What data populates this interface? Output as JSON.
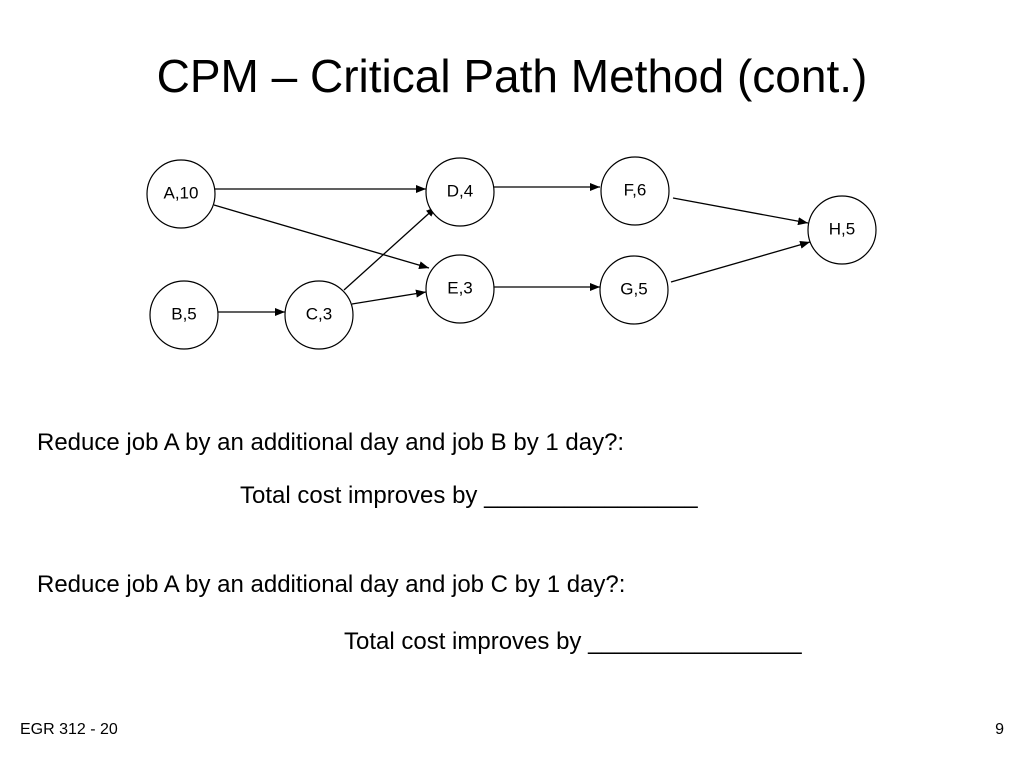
{
  "slide": {
    "title": "CPM – Critical Path Method (cont.)",
    "footer_left": "EGR 312 - 20",
    "page_number": "9"
  },
  "network": {
    "nodes": [
      {
        "id": "A",
        "label": "A,10"
      },
      {
        "id": "B",
        "label": "B,5"
      },
      {
        "id": "C",
        "label": "C,3"
      },
      {
        "id": "D",
        "label": "D,4"
      },
      {
        "id": "E",
        "label": "E,3"
      },
      {
        "id": "F",
        "label": "F,6"
      },
      {
        "id": "G",
        "label": "G,5"
      },
      {
        "id": "H",
        "label": "H,5"
      }
    ],
    "edges": [
      {
        "from": "A",
        "to": "D"
      },
      {
        "from": "A",
        "to": "E"
      },
      {
        "from": "B",
        "to": "C"
      },
      {
        "from": "C",
        "to": "D"
      },
      {
        "from": "C",
        "to": "E"
      },
      {
        "from": "D",
        "to": "F"
      },
      {
        "from": "E",
        "to": "G"
      },
      {
        "from": "F",
        "to": "H"
      },
      {
        "from": "G",
        "to": "H"
      }
    ]
  },
  "questions": [
    {
      "text": "Reduce job A by an additional day and job B by 1 day?:",
      "answer": "Total cost improves by ________________"
    },
    {
      "text": "Reduce job A by an additional day and job C by 1 day?:",
      "answer": "Total cost improves by ________________"
    }
  ]
}
